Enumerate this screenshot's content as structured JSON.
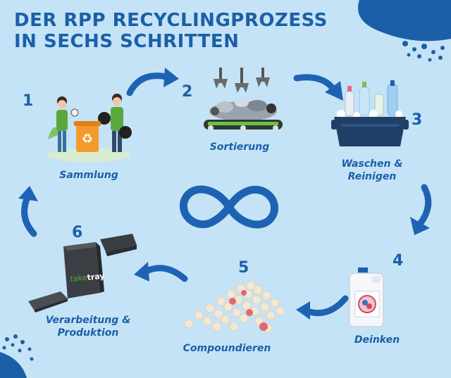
{
  "title": {
    "line1": "DER RPP RECYCLINGPROZESS",
    "line2": "IN SECHS SCHRITTEN"
  },
  "steps": [
    {
      "number": "1",
      "label": "Sammlung"
    },
    {
      "number": "2",
      "label": "Sortierung"
    },
    {
      "number": "3",
      "label_line1": "Waschen &",
      "label_line2": "Reinigen"
    },
    {
      "number": "4",
      "label": "Deinken"
    },
    {
      "number": "5",
      "label": "Compoundieren"
    },
    {
      "number": "6",
      "label_line1": "Verarbeitung &",
      "label_line2": "Produktion"
    }
  ],
  "product": {
    "brand_part1": "take",
    "brand_part2": "tray"
  },
  "colors": {
    "background": "#c5e3f6",
    "primary": "#1b5fa8",
    "arrow": "#1e63b3",
    "accent_green": "#5aa83c"
  },
  "icons": [
    "infinity-icon",
    "recycle-bin-icon",
    "sorting-machine-icon",
    "washing-tub-icon",
    "canister-icon",
    "granulate-icon",
    "tray-box-icon"
  ]
}
